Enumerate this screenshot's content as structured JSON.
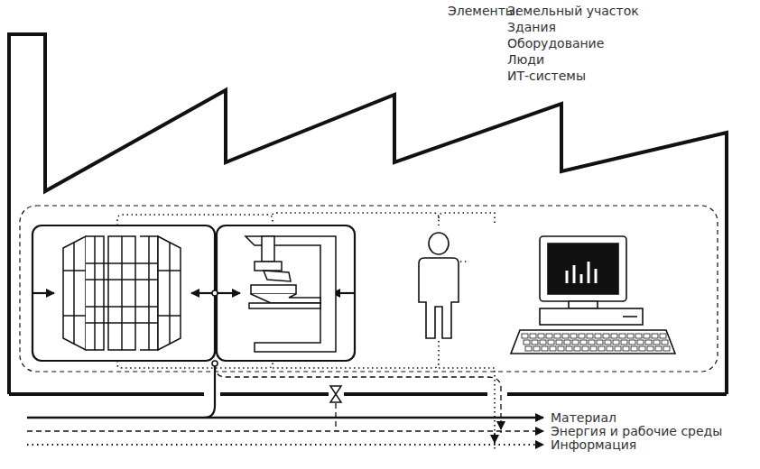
{
  "diagram": {
    "labels": [
      "Элементы:",
      "Земельный участок",
      "Здания",
      "Оборудование",
      "Люди",
      "ИТ-системы"
    ],
    "legend": [
      {
        "text": "Материал"
      },
      {
        "text": "Энергия и рабочие среды"
      },
      {
        "text": "Информация"
      }
    ]
  }
}
